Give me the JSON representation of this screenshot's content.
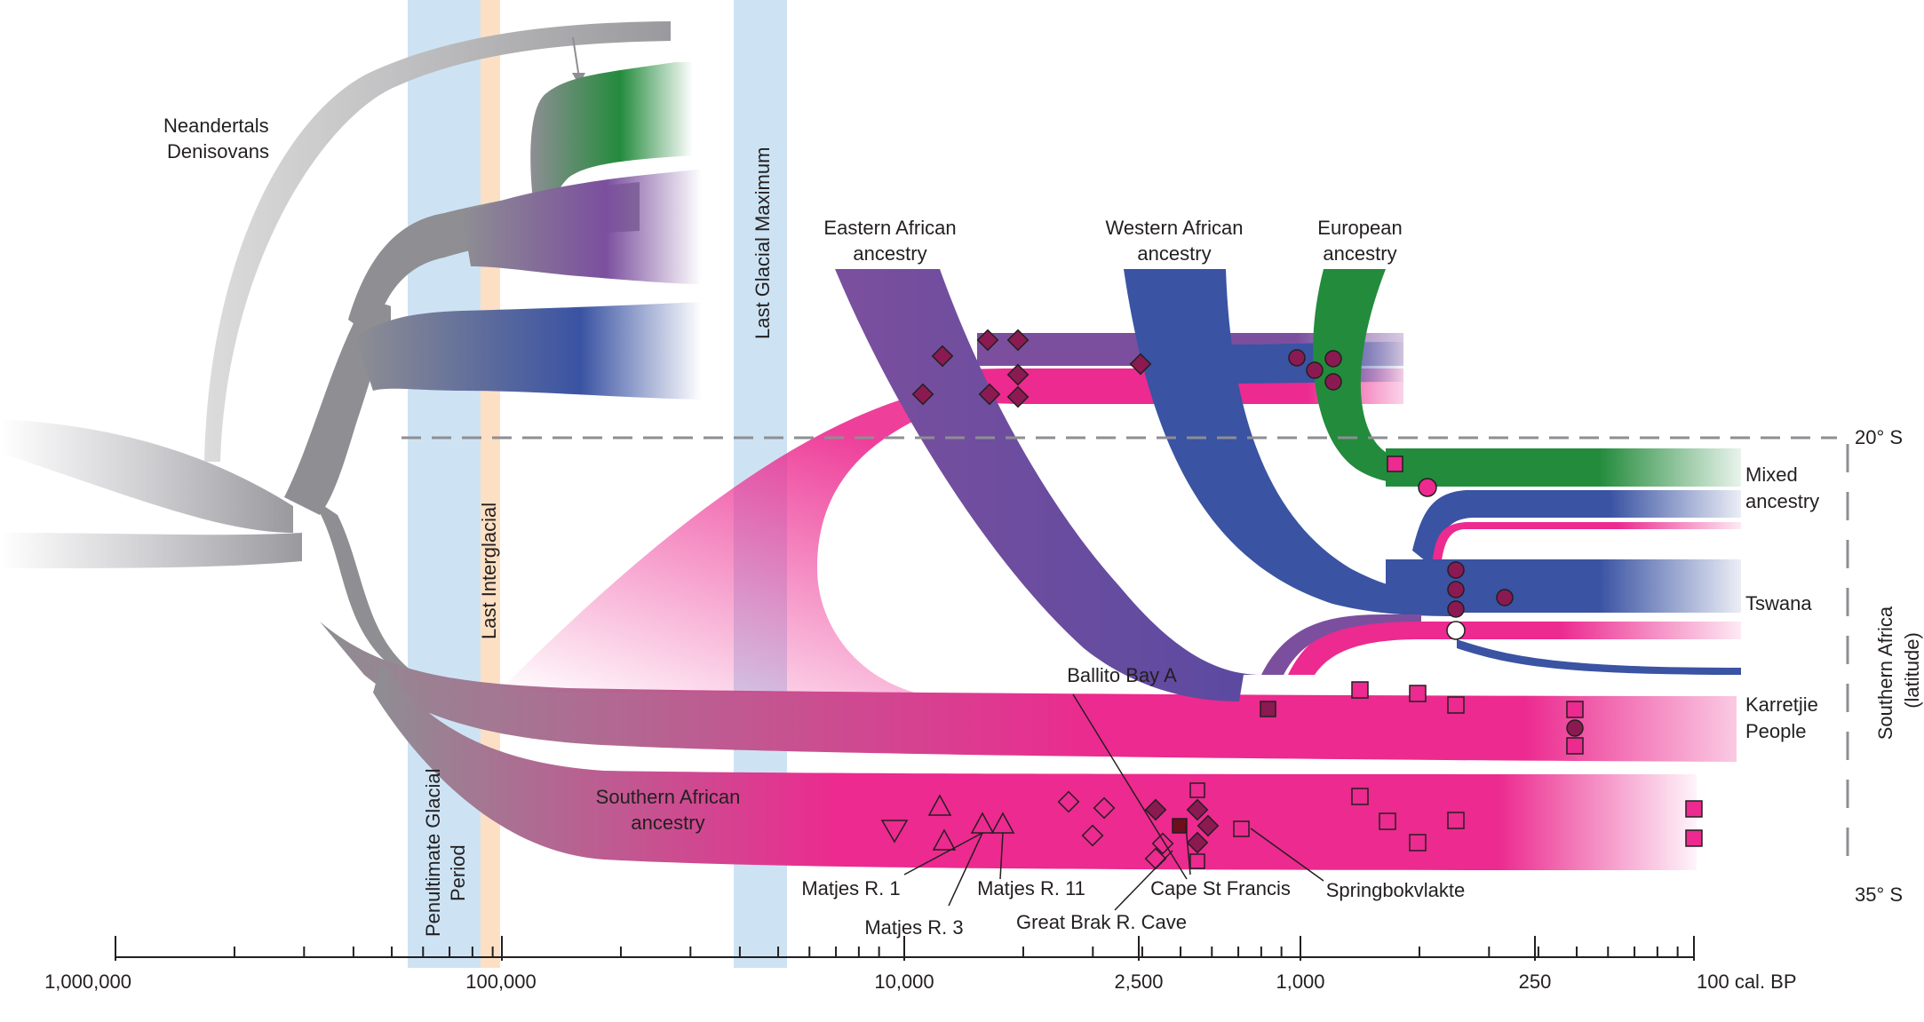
{
  "labels": {
    "neandertals": "Neandertals",
    "denisovans": "Denisovans",
    "penultimate_1": "Penultimate Glacial",
    "penultimate_2": "Period",
    "last_interglacial": "Last Interglacial",
    "lgm": "Last Glacial Maximum",
    "eastern_1": "Eastern African",
    "eastern_2": "ancestry",
    "western_1": "Western African",
    "western_2": "ancestry",
    "european_1": "European",
    "european_2": "ancestry",
    "southern_1": "Southern African",
    "southern_2": "ancestry",
    "mixed_1": "Mixed",
    "mixed_2": "ancestry",
    "tswana": "Tswana",
    "karretjie_1": "Karretjie",
    "karretjie_2": "People",
    "lat_20": "20° S",
    "lat_35": "35° S",
    "sa_axis_1": "Southern Africa",
    "sa_axis_2": "(latitude)",
    "ballito": "Ballito Bay A",
    "matjes1": "Matjes R. 1",
    "matjes3": "Matjes R. 3",
    "matjes11": "Matjes R. 11",
    "great_brak": "Great Brak R. Cave",
    "cape_st_francis": "Cape St Francis",
    "springbokvlakte": "Springbokvlakte"
  },
  "axis": {
    "ticks": [
      "1,000,000",
      "100,000",
      "10,000",
      "2,500",
      "1,000",
      "250",
      "100 cal. BP"
    ]
  },
  "colors": {
    "grey": "#8e8e93",
    "pink": "#ec2a8f",
    "purple": "#7b4f9e",
    "blue": "#3a53a3",
    "green": "#238b3c",
    "glacial": "#cde3f4",
    "interglacial": "#fde0c4",
    "marker_dark": "#8b1a52"
  }
}
